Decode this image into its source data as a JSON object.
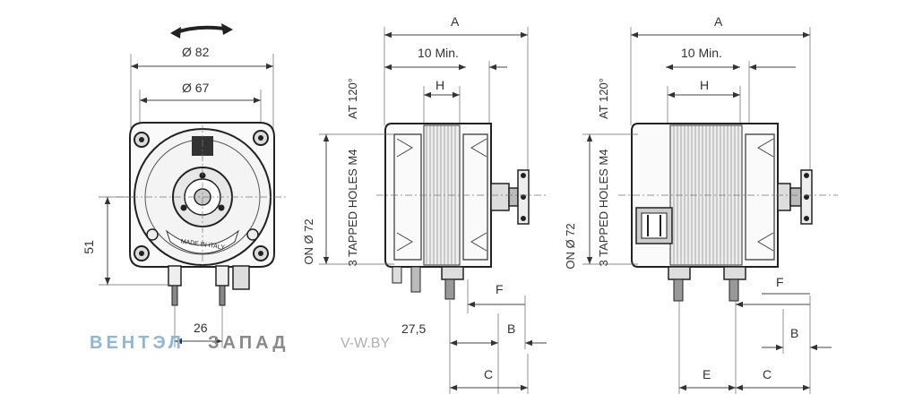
{
  "front_view": {
    "dim_82": "Ø 82",
    "dim_67": "Ø 67",
    "dim_51": "51",
    "dim_26": "26",
    "label_plate": "MADE IN ITALY"
  },
  "side_view_1": {
    "dim_A": "A",
    "dim_10_min": "10  Min.",
    "dim_H": "H",
    "dim_F": "F",
    "dim_B": "B",
    "dim_C": "C",
    "dim_27_5": "27,5",
    "note_at": "AT 120°",
    "note_holes": "3 TAPPED HOLES M4",
    "note_on": "ON  Ø 72"
  },
  "side_view_2": {
    "dim_A": "A",
    "dim_10_min": "10  Min.",
    "dim_H": "H",
    "dim_F": "F",
    "dim_B": "B",
    "dim_C": "C",
    "dim_E": "E",
    "note_at": "AT 120°",
    "note_holes": "3 TAPPED HOLES M4",
    "note_on": "ON  Ø 72"
  },
  "watermark": {
    "brand_blue": "ВЕНТЭЛ",
    "brand_grey": "ЗАПАД",
    "site": "V-W.BY"
  }
}
